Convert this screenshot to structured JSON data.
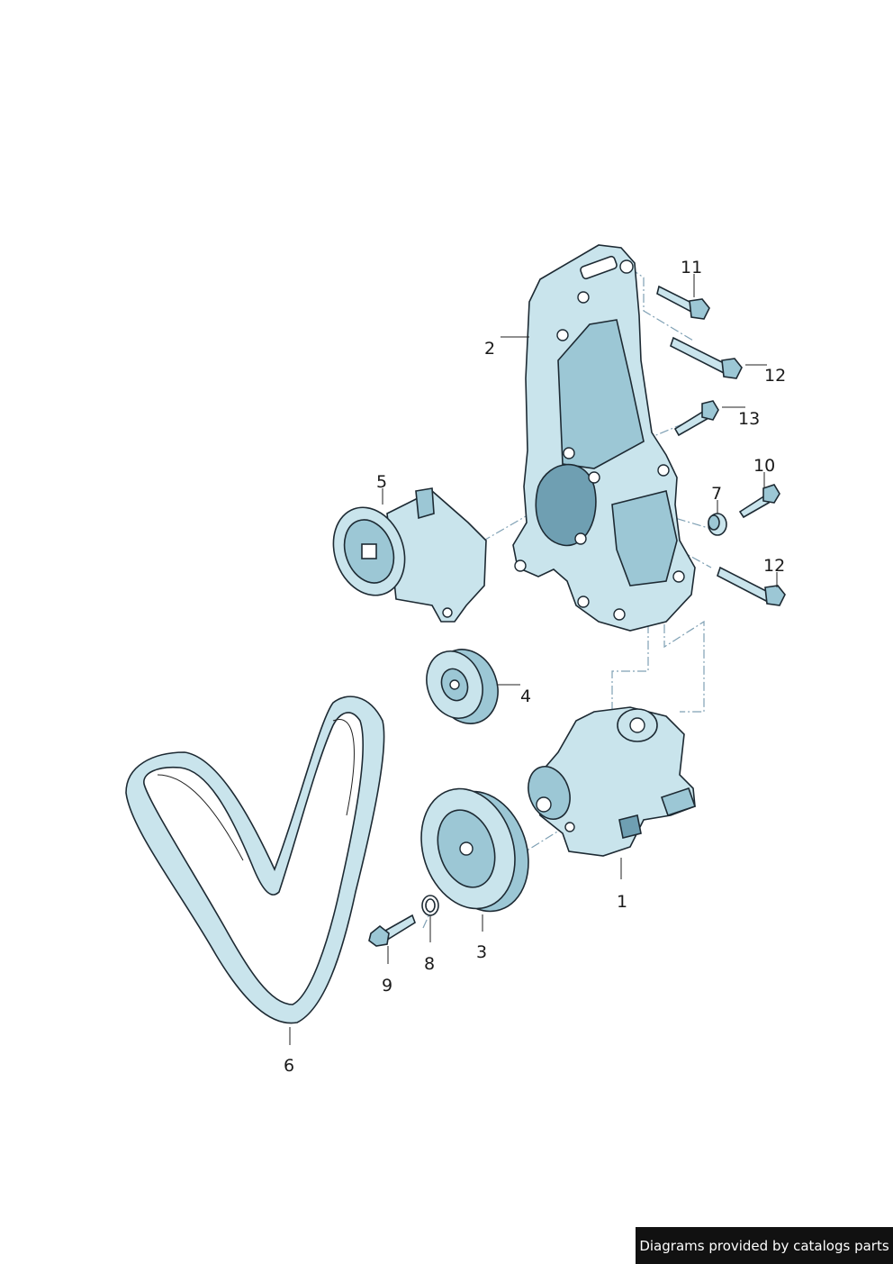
{
  "callouts": {
    "c1": "1",
    "c2": "2",
    "c3": "3",
    "c4": "4",
    "c5": "5",
    "c6": "6",
    "c7": "7",
    "c8": "8",
    "c9": "9",
    "c10": "10",
    "c11": "11",
    "c12a": "12",
    "c12b": "12",
    "c13": "13"
  },
  "footer": {
    "credit": "Diagrams provided by catalogs parts"
  },
  "colors": {
    "part_fill": "#c9e4ec",
    "part_shade": "#9cc7d5",
    "outline": "#1d2a33",
    "footer_bg": "#111111"
  }
}
